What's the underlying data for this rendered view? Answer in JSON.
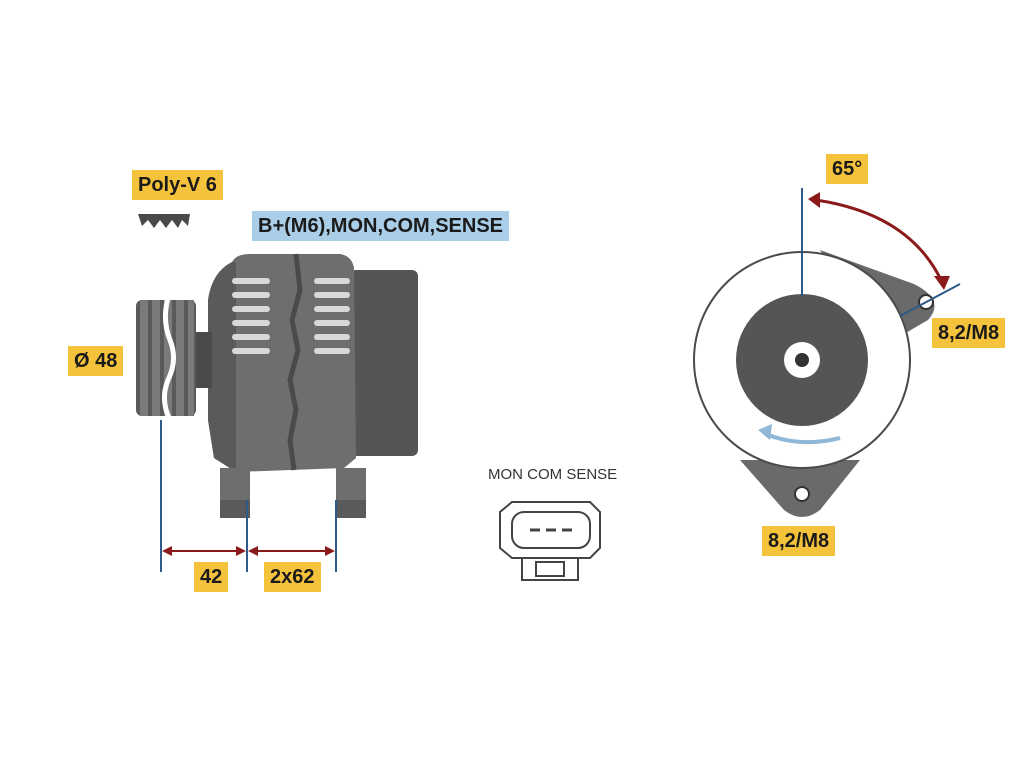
{
  "labels": {
    "belt": "Poly-V 6",
    "terminals": "B+(M6),MON,COM,SENSE",
    "pulley_diameter": "Ø 48",
    "dim_left": "42",
    "dim_right": "2x62",
    "connector_pins": "MON COM SENSE",
    "angle": "65°",
    "mount_top": "8,2/M8",
    "mount_bottom": "8,2/M8"
  },
  "colors": {
    "label_yellow": "#f5c33b",
    "label_blue": "#aacde8",
    "body_gray": "#6e6e6e",
    "dark_gray": "#4a4a4a",
    "dimension_blue": "#2d5a86",
    "angle_arc": "#8b1a1a",
    "rotation_arrow": "#8fb8d8"
  }
}
